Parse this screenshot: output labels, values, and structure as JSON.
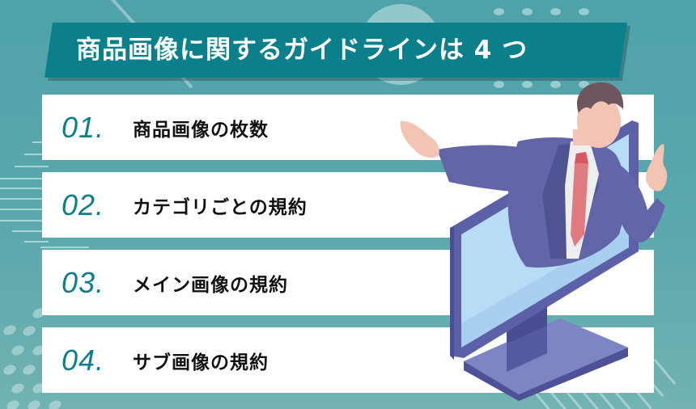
{
  "title": "商品画像に関するガイドラインは 4 つ",
  "items": [
    {
      "number": "01.",
      "label": "商品画像の枚数"
    },
    {
      "number": "02.",
      "label": "カテゴリごとの規約"
    },
    {
      "number": "03.",
      "label": "メイン画像の規約"
    },
    {
      "number": "04.",
      "label": "サブ画像の規約"
    }
  ],
  "illustration": {
    "subject": "businessman-emerging-from-monitor",
    "colors": {
      "suit": "#6266a8",
      "suit_dark": "#4f5391",
      "tie": "#e07a80",
      "skin": "#f3c3b3",
      "hair": "#6e5660",
      "shirt": "#eeeeee",
      "screen": "#b9dcf6",
      "monitor_frame": "#5c60a6"
    }
  },
  "colors": {
    "background": "#56a5ab",
    "banner": "#0b808a",
    "number_accent": "#0b7f88",
    "item_bg": "#ffffff",
    "item_text": "#111111"
  }
}
